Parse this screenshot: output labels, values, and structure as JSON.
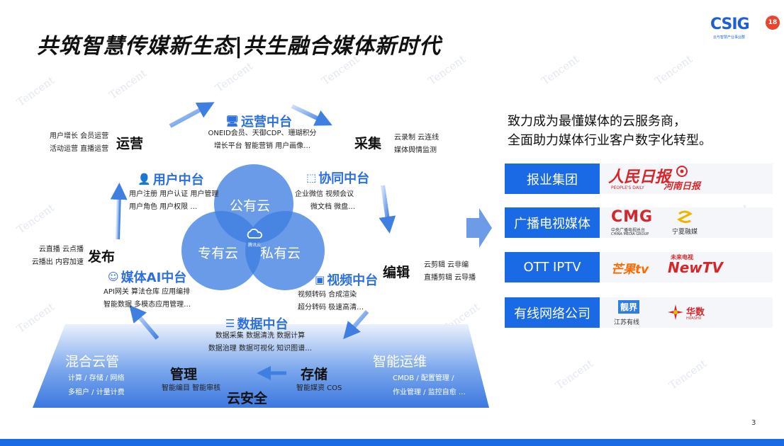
{
  "title": "共筑智慧传媒新生态|共生融合媒体新时代",
  "logo": {
    "text": "CSIG",
    "subtitle": "云与智慧产业事业群",
    "badge": "18"
  },
  "watermark": "Tencent",
  "diagram": {
    "operation": {
      "heading": "运营",
      "lines": [
        "用户增长 会员运营",
        "活动运营 直播运营"
      ]
    },
    "collection": {
      "heading": "采集",
      "lines": [
        "云录制 云连线",
        "媒体舆情监测"
      ]
    },
    "publish": {
      "heading": "发布",
      "lines": [
        "云直播 云点播",
        "云播出 内容加速"
      ]
    },
    "edit": {
      "heading": "编辑",
      "lines": [
        "云剪辑 云非编",
        "直播剪辑 云导播"
      ]
    },
    "ops_center": {
      "heading": "运营中台",
      "lines": [
        "ONEID会员、天御CDP、珊瑚积分",
        "增长平台 智能营销 用户画像…"
      ]
    },
    "user_center": {
      "heading": "用户中台",
      "lines": [
        "用户注册 用户认证 用户管理",
        "用户角色 用户权限 …"
      ]
    },
    "collab_center": {
      "heading": "协同中台",
      "lines": [
        "企业微信 视频会议",
        "微文档 微盘…"
      ]
    },
    "ai_center": {
      "heading": "媒体AI中台",
      "lines": [
        "API网关 算法仓库 应用编排",
        "智能数据 多模态应用管理…"
      ]
    },
    "video_center": {
      "heading": "视频中台",
      "lines": [
        "视频转码 合成渲染",
        "超分转码 极速高清…"
      ]
    },
    "data_center": {
      "heading": "数据中台",
      "lines": [
        "数据采集 数据清洗 数据计算",
        "数据治理 数据可视化 知识图谱…"
      ]
    },
    "clouds": {
      "public": "公有云",
      "private_dedicated": "专有云",
      "private": "私有云",
      "center_logo": "腾讯云"
    },
    "base": {
      "hybrid": {
        "heading": "混合云管",
        "lines": [
          "计算 / 存储 / 网络",
          "多租户 / 计量计费"
        ]
      },
      "manage": {
        "heading": "管理",
        "lines": [
          "智能编目 智能审核"
        ]
      },
      "storage": {
        "heading": "存储",
        "lines": [
          "智能媒资 COS"
        ]
      },
      "security": {
        "heading": "云安全"
      },
      "smart_ops": {
        "heading": "智能运维",
        "lines": [
          "CMDB / 配置管理 /",
          "作业管理 / 监控自愈 …"
        ]
      }
    }
  },
  "tagline": [
    "致力成为最懂媒体的云服务商，",
    "全面助力媒体行业客户数字化转型。"
  ],
  "categories": [
    {
      "label": "报业集团",
      "brands": [
        "人民日报",
        "PEOPLE'S DAILY",
        "河南日报"
      ]
    },
    {
      "label": "广播电视媒体",
      "brands": [
        "CMG",
        "中央广播电视总台",
        "CHINA MEDIA GROUP",
        "宁夏融媒"
      ]
    },
    {
      "label": "OTT IPTV",
      "brands": [
        "芒果tv",
        "未来电视",
        "NewTV"
      ]
    },
    {
      "label": "有线网络公司",
      "brands": [
        "靓界",
        "江苏有线",
        "华数",
        "HUASHU"
      ]
    }
  ],
  "colors": {
    "primary": "#1a6ae6",
    "accent": "#2b6fe0",
    "brand_red": "#d7262b"
  },
  "page_number": "3"
}
